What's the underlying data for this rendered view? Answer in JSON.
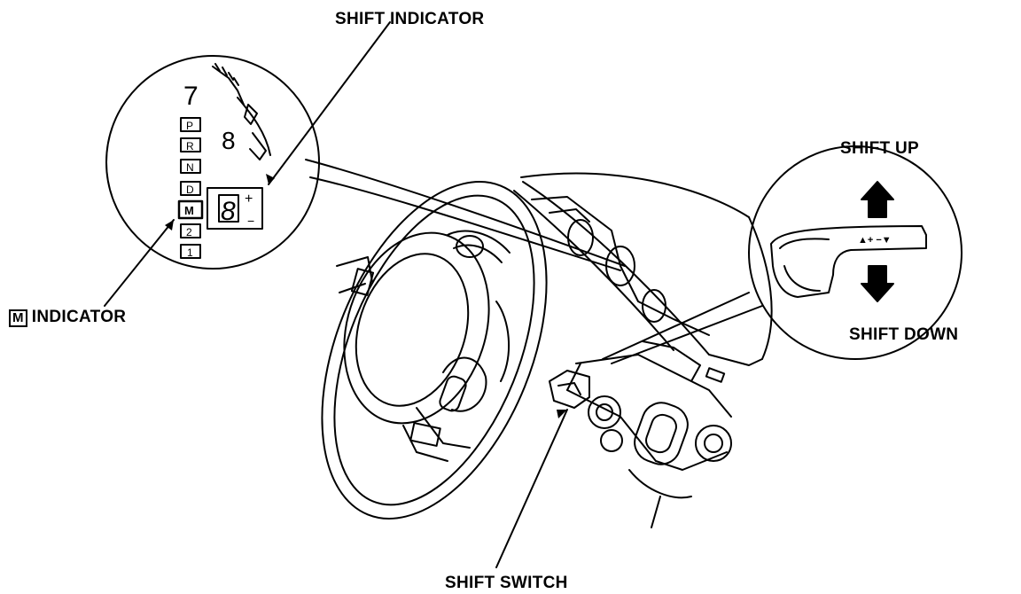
{
  "labels": {
    "shift_indicator": "SHIFT INDICATOR",
    "shift_up": "SHIFT UP",
    "shift_down": "SHIFT DOWN",
    "m_indicator_box": "M",
    "m_indicator": "INDICATOR",
    "shift_switch": "SHIFT SWITCH"
  },
  "gauge": {
    "tach_numbers": [
      "7",
      "8"
    ],
    "gear_positions": [
      "P",
      "R",
      "N",
      "D",
      "M",
      "2",
      "1"
    ],
    "digit": "8",
    "plus": "+",
    "minus": "−"
  },
  "paddle_symbols": "▲+ −▼"
}
